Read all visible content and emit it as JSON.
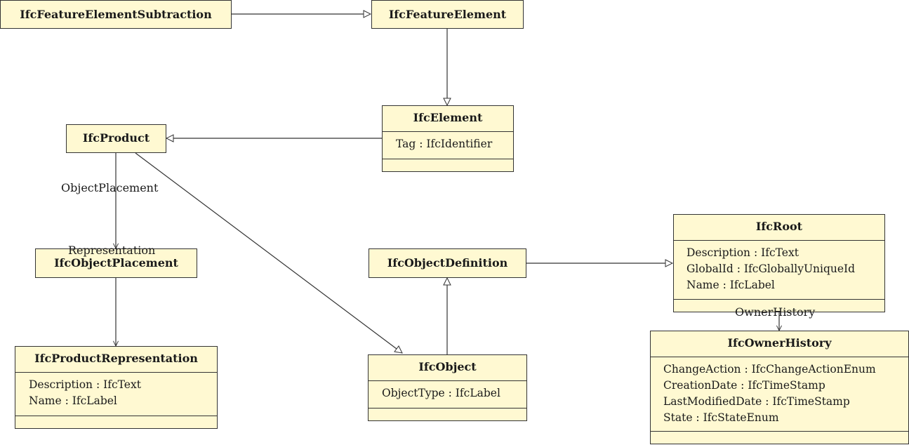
{
  "classes": {
    "ifc_feature_element_subtraction": {
      "name": "IfcFeatureElementSubtraction"
    },
    "ifc_feature_element": {
      "name": "IfcFeatureElement"
    },
    "ifc_element": {
      "name": "IfcElement",
      "attributes": [
        "Tag : IfcIdentifier"
      ]
    },
    "ifc_product": {
      "name": "IfcProduct"
    },
    "ifc_object_placement": {
      "name": "IfcObjectPlacement"
    },
    "ifc_product_representation": {
      "name": "IfcProductRepresentation",
      "attributes": [
        "Description : IfcText",
        "Name : IfcLabel"
      ]
    },
    "ifc_object_definition": {
      "name": "IfcObjectDefinition"
    },
    "ifc_object": {
      "name": "IfcObject",
      "attributes": [
        "ObjectType : IfcLabel"
      ]
    },
    "ifc_root": {
      "name": "IfcRoot",
      "attributes": [
        "Description : IfcText",
        "GlobalId : IfcGloballyUniqueId",
        "Name : IfcLabel"
      ]
    },
    "ifc_owner_history": {
      "name": "IfcOwnerHistory",
      "attributes": [
        "ChangeAction : IfcChangeActionEnum",
        "CreationDate : IfcTimeStamp",
        "LastModifiedDate : IfcTimeStamp",
        "State : IfcStateEnum"
      ]
    }
  },
  "associations": {
    "object_placement": "ObjectPlacement",
    "representation": "Representation",
    "owner_history": "OwnerHistory"
  }
}
